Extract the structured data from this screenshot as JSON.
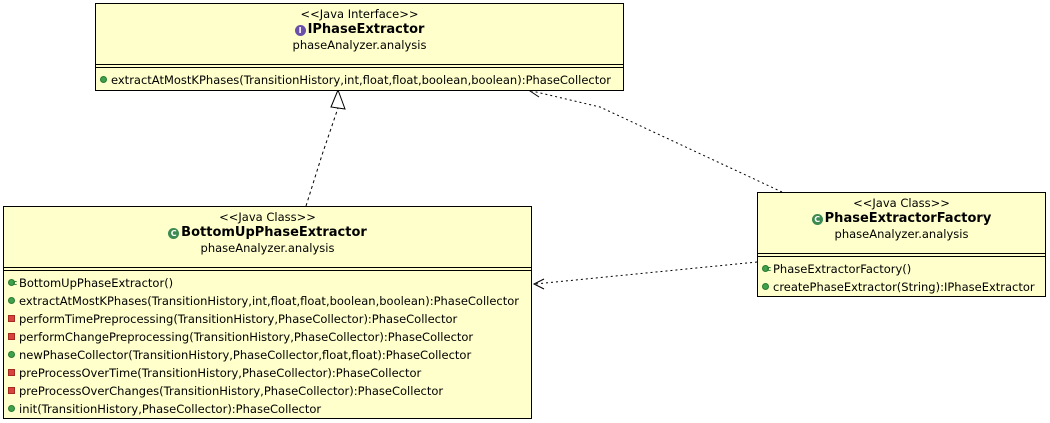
{
  "interface": {
    "stereotype": "<<Java Interface>>",
    "name": "IPhaseExtractor",
    "package": "phaseAnalyzer.analysis",
    "icon": "interface-icon",
    "operations": [
      {
        "visibility": "public",
        "text": "extractAtMostKPhases(TransitionHistory,int,float,float,boolean,boolean):PhaseCollector"
      }
    ]
  },
  "bottom_up": {
    "stereotype": "<<Java Class>>",
    "name": "BottomUpPhaseExtractor",
    "package": "phaseAnalyzer.analysis",
    "icon": "class-icon",
    "operations": [
      {
        "visibility": "constructor",
        "text": "BottomUpPhaseExtractor()"
      },
      {
        "visibility": "public",
        "text": "extractAtMostKPhases(TransitionHistory,int,float,float,boolean,boolean):PhaseCollector"
      },
      {
        "visibility": "private",
        "text": "performTimePreprocessing(TransitionHistory,PhaseCollector):PhaseCollector"
      },
      {
        "visibility": "private",
        "text": "performChangePreprocessing(TransitionHistory,PhaseCollector):PhaseCollector"
      },
      {
        "visibility": "public",
        "text": "newPhaseCollector(TransitionHistory,PhaseCollector,float,float):PhaseCollector"
      },
      {
        "visibility": "private",
        "text": "preProcessOverTime(TransitionHistory,PhaseCollector):PhaseCollector"
      },
      {
        "visibility": "private",
        "text": "preProcessOverChanges(TransitionHistory,PhaseCollector):PhaseCollector"
      },
      {
        "visibility": "public",
        "text": "init(TransitionHistory,PhaseCollector):PhaseCollector"
      }
    ]
  },
  "factory": {
    "stereotype": "<<Java Class>>",
    "name": "PhaseExtractorFactory",
    "package": "phaseAnalyzer.analysis",
    "icon": "class-icon",
    "operations": [
      {
        "visibility": "constructor",
        "text": "PhaseExtractorFactory()"
      },
      {
        "visibility": "public",
        "text": "createPhaseExtractor(String):IPhaseExtractor"
      }
    ]
  },
  "colors": {
    "box_fill": "#ffffcc",
    "border": "#000000",
    "public_marker": "#3fa14a",
    "private_marker": "#d9443a",
    "interface_icon": "#6b4fa8",
    "class_icon": "#3c8a52"
  }
}
